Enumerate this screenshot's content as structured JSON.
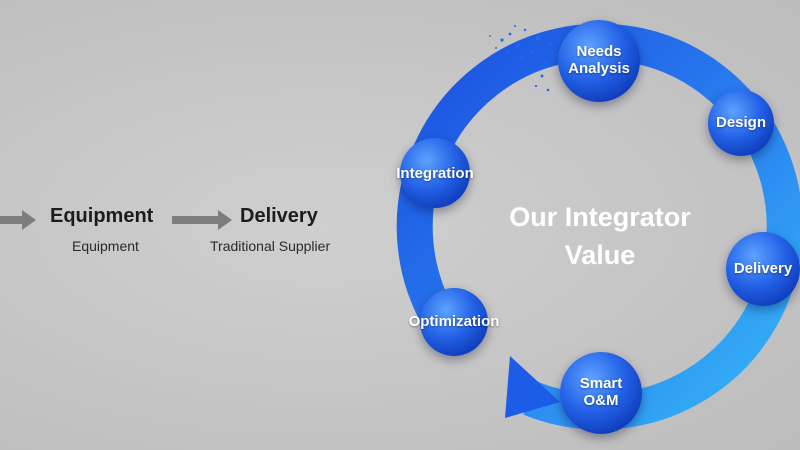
{
  "traditional": {
    "step1_title": "Equipment",
    "step1_sub": "Equipment",
    "step2_title": "Delivery",
    "step2_sub": "Traditional Supplier"
  },
  "cycle": {
    "center_line1": "Our Integrator",
    "center_line2": "Value",
    "nodes": [
      {
        "line1": "Needs",
        "line2": "Analysis"
      },
      {
        "line1": "Design",
        "line2": ""
      },
      {
        "line1": "Delivery",
        "line2": ""
      },
      {
        "line1": "Smart",
        "line2": "O&M"
      },
      {
        "line1": "Optimization",
        "line2": ""
      },
      {
        "line1": "Integration",
        "line2": ""
      }
    ]
  },
  "colors": {
    "ring_dark": "#1a4fe0",
    "ring_light": "#35b8f5",
    "node_blue": "#2361e6",
    "text_dark": "#1c1c1c"
  }
}
